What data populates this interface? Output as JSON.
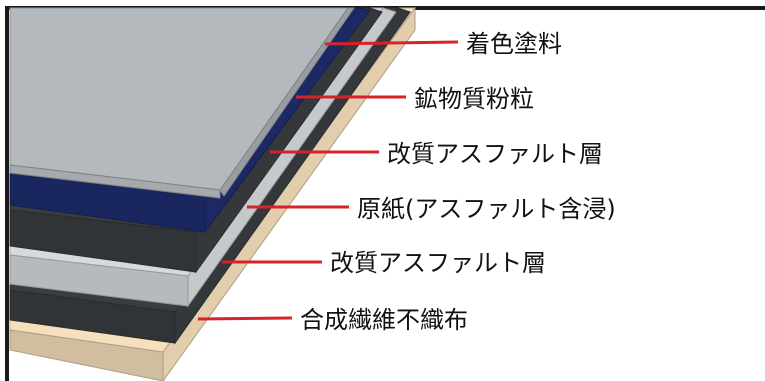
{
  "colors": {
    "frame": "#1a1a1a",
    "leader": "#d8222a",
    "topcoat": "#b4b9bd",
    "granule": "#1f2d6e",
    "asphalt": "#3a3d3f",
    "base_paper": "#d6dade",
    "nonwoven": "#f6dfbc"
  },
  "layers": [
    {
      "label": "着色塗料",
      "color_key": "topcoat"
    },
    {
      "label": "鉱物質粉粒",
      "color_key": "granule"
    },
    {
      "label": "改質アスファルト層",
      "color_key": "asphalt"
    },
    {
      "label": "原紙(アスファルト含浸)",
      "color_key": "base_paper"
    },
    {
      "label": "改質アスファルト層",
      "color_key": "asphalt"
    },
    {
      "label": "合成繊維不織布",
      "color_key": "nonwoven"
    }
  ]
}
